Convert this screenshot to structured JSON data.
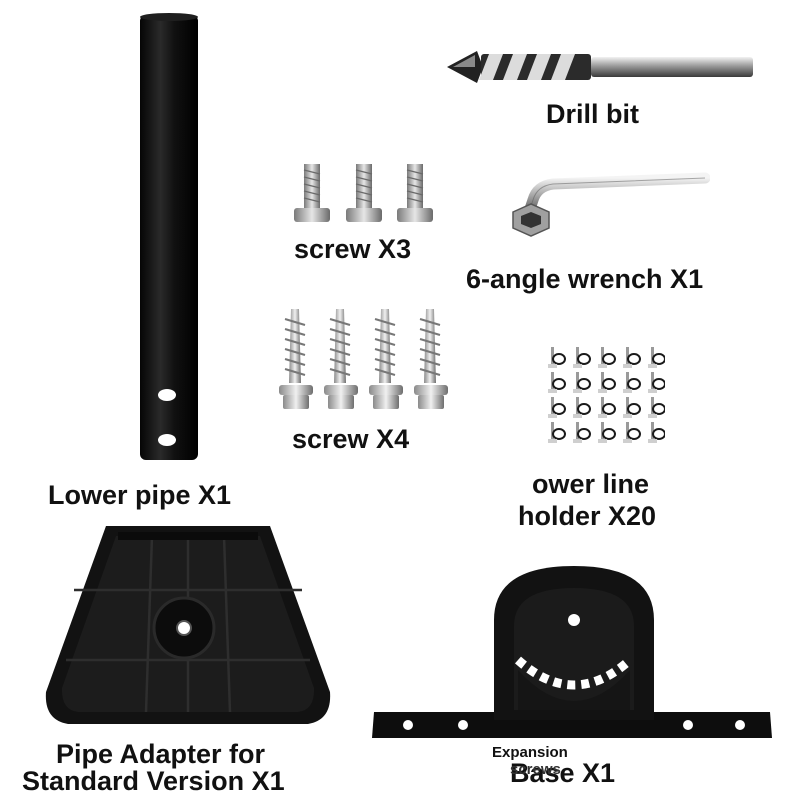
{
  "labels": {
    "lower_pipe": "Lower pipe X1",
    "drill_bit": "Drill bit",
    "screw_x3": "screw X3",
    "wrench": "6-angle wrench X1",
    "screw_x4": "screw X4",
    "line_holder_1": "ower line",
    "line_holder_2": "holder X20",
    "pipe_adapter_1": "Pipe Adapter for",
    "pipe_adapter_2": "Standard Version X1",
    "base": "Base X1",
    "expansion_1": "Expansion",
    "expansion_2": "screws"
  },
  "counts": {
    "screw_x3": 3,
    "screw_x4": 4,
    "line_holder": 20
  },
  "colors": {
    "part_black": "#141414",
    "steel": "#b8b8b8",
    "steel_dark": "#7a7a7a",
    "label": "#111111",
    "background": "#ffffff"
  }
}
